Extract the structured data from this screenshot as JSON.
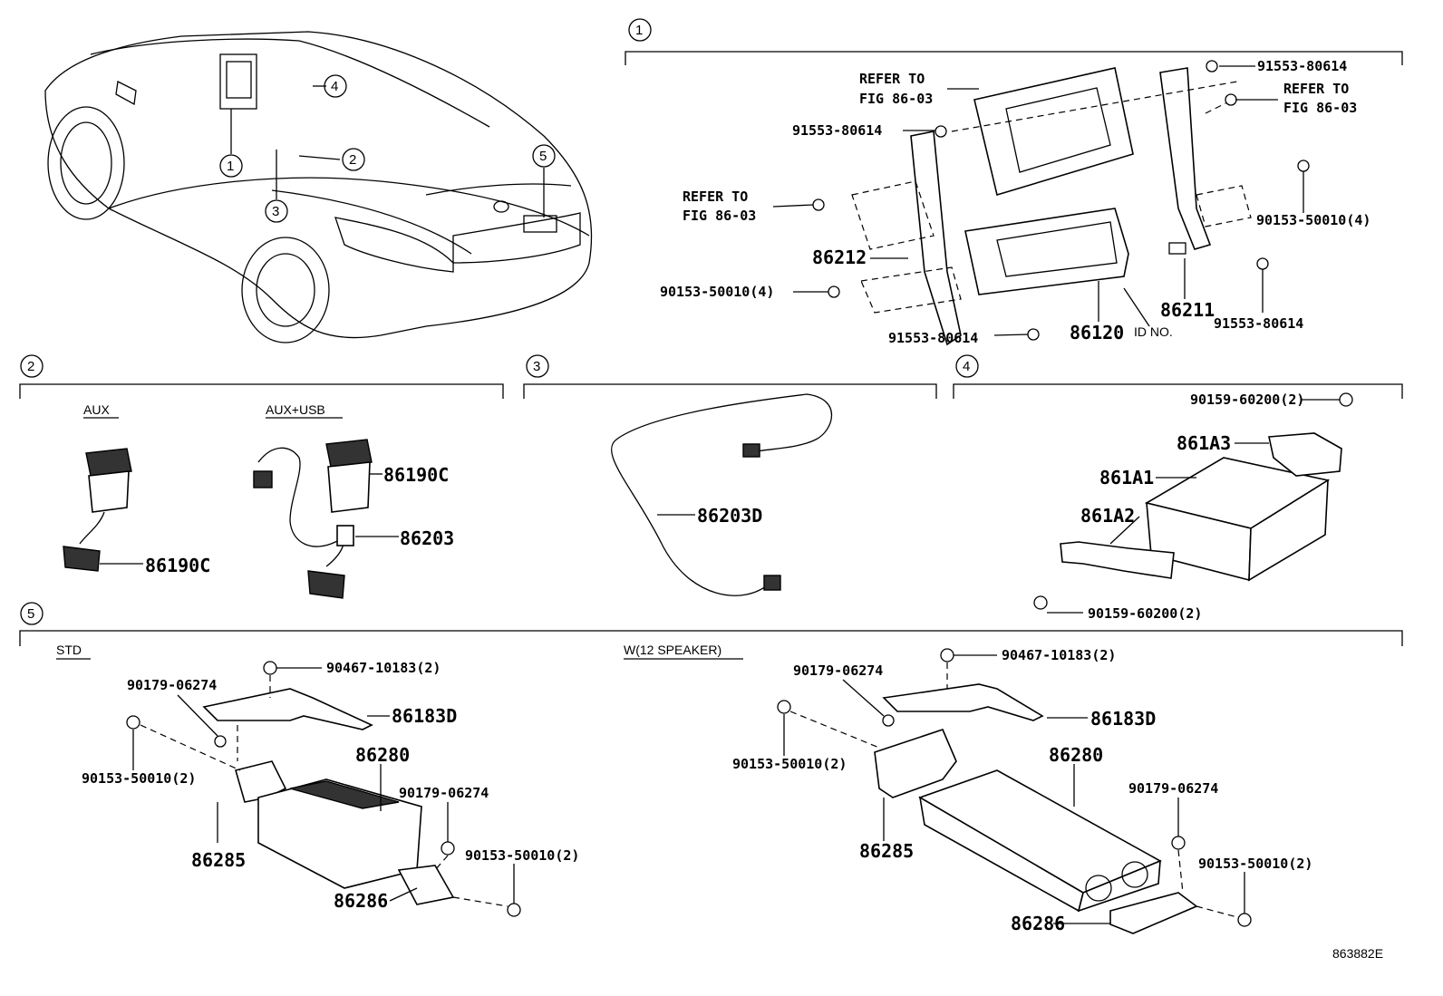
{
  "sections": {
    "s1": "1",
    "s2": "2",
    "s3": "3",
    "s4": "4",
    "s5": "5"
  },
  "overview": {
    "c1": "1",
    "c2": "2",
    "c3": "3",
    "c4": "4",
    "c5": "5"
  },
  "section1": {
    "refer_to": "REFER TO",
    "fig": "FIG 86-03",
    "p91553": "91553-80614",
    "p90153x4": "90153-50010(4)",
    "p86212": "86212",
    "p86211": "86211",
    "p86120": "86120",
    "id_no": "ID NO."
  },
  "section2": {
    "aux": "AUX",
    "aux_usb": "AUX+USB",
    "p86190c": "86190C",
    "p86203": "86203"
  },
  "section3": {
    "p86203d": "86203D"
  },
  "section4": {
    "p90159x2": "90159-60200(2)",
    "p861a1": "861A1",
    "p861a2": "861A2",
    "p861a3": "861A3"
  },
  "section5": {
    "std": "STD",
    "w12": "W(12 SPEAKER)",
    "p90467": "90467-10183(2)",
    "p90179": "90179-06274",
    "p86183d": "86183D",
    "p90153x2": "90153-50010(2)",
    "p86280": "86280",
    "p86285": "86285",
    "p86286": "86286"
  },
  "figure_id": "863882E"
}
